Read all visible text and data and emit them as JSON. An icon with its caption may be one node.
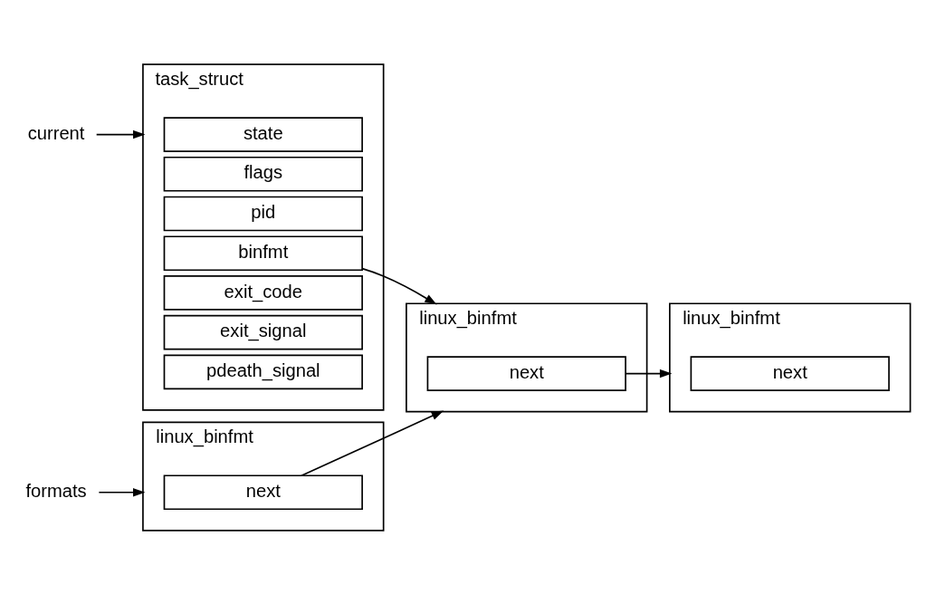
{
  "diagram": {
    "nodes": [
      {
        "text": [
          "current"
        ]
      },
      {
        "text": [
          "task_struct"
        ]
      },
      {
        "text": [
          "state"
        ],
        "in": 1
      },
      {
        "text": [
          "flags"
        ],
        "in": 1
      },
      {
        "text": [
          "pid"
        ],
        "in": 1
      },
      {
        "text": [
          "binfmt"
        ],
        "in": 1
      },
      {
        "text": [
          "exit_code"
        ],
        "in": 1
      },
      {
        "text": [
          "exit_signal"
        ],
        "in": 1
      },
      {
        "text": [
          "pdeath_signal"
        ],
        "in": 1
      },
      {
        "text": [
          "formats"
        ]
      },
      {
        "text": [
          "linux_binfmt"
        ]
      },
      {
        "text": [
          "next"
        ],
        "in": 10
      },
      {
        "text": [
          "linux_binfmt"
        ]
      },
      {
        "text": [
          "next"
        ],
        "in": 12
      },
      {
        "text": [
          "linux_binfmt"
        ]
      },
      {
        "text": [
          "next"
        ],
        "in": 14
      }
    ],
    "edges": [
      {
        "from": 0,
        "to": 1,
        "arrow": "to"
      },
      {
        "from": 9,
        "to": 10,
        "arrow": "to"
      },
      {
        "from": 11,
        "to": 12,
        "arrow": "to"
      },
      {
        "from": 13,
        "to": 14,
        "arrow": "to"
      },
      {
        "from": 5,
        "to": 12,
        "arrow": "to"
      }
    ]
  }
}
